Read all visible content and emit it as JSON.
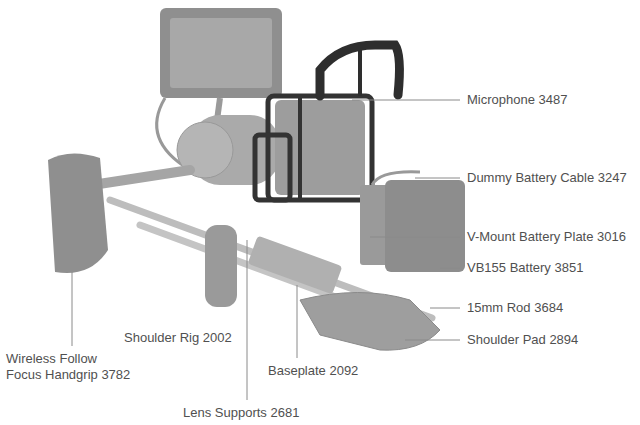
{
  "diagram": {
    "labels": [
      "Microphone 3487",
      "Dummy Battery Cable 3247",
      "V-Mount Battery Plate 3016",
      "VB155 Battery 3851",
      "15mm Rod 3684",
      "Shoulder Pad 2894",
      "Shoulder Rig 2002",
      "Baseplate 2092",
      "Wireless Follow Focus Handgrip 3782",
      "Lens Supports 2681"
    ]
  }
}
